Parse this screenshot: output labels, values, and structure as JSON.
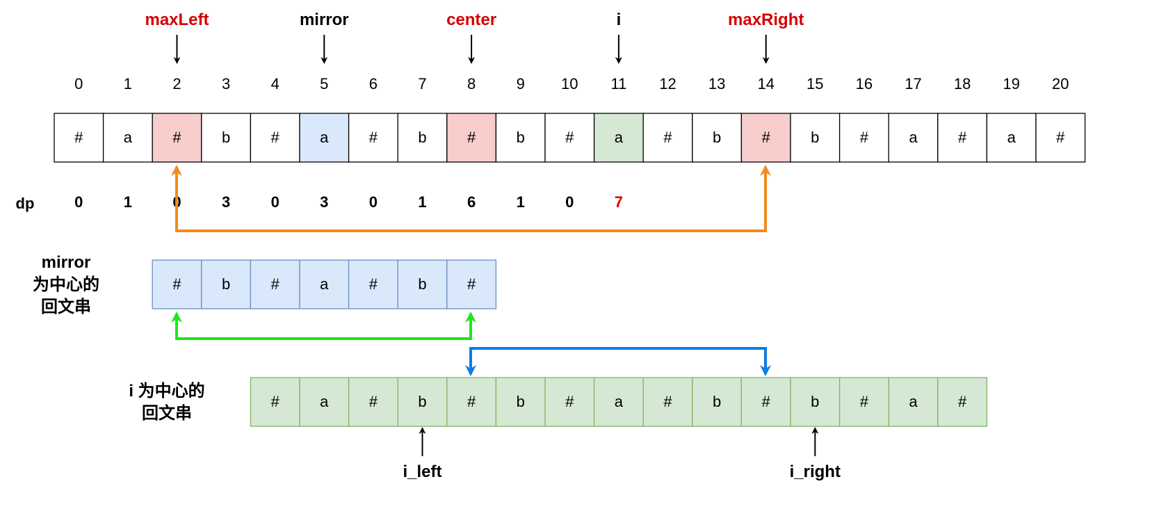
{
  "colors": {
    "text": "#000000",
    "red_text": "#d40000",
    "cell_border": "#000000",
    "cell_white": "#ffffff",
    "cell_red": "#f8cecc",
    "cell_blue": "#dae8fc",
    "cell_blue_border": "#6c8ebf",
    "cell_green": "#d5e8d4",
    "cell_green_border": "#82b366",
    "arrow_orange": "#f28a1c",
    "arrow_green": "#1ee61e",
    "arrow_blue": "#0a7de6"
  },
  "top_labels": [
    {
      "text": "maxLeft",
      "index": 2,
      "red": true
    },
    {
      "text": "mirror",
      "index": 5,
      "red": false
    },
    {
      "text": "center",
      "index": 8,
      "red": true
    },
    {
      "text": "i",
      "index": 11,
      "red": false
    },
    {
      "text": "maxRight",
      "index": 14,
      "red": true
    }
  ],
  "indices": [
    "0",
    "1",
    "2",
    "3",
    "4",
    "5",
    "6",
    "7",
    "8",
    "9",
    "10",
    "11",
    "12",
    "13",
    "14",
    "15",
    "16",
    "17",
    "18",
    "19",
    "20"
  ],
  "string_cells": [
    {
      "ch": "#",
      "fill": "white"
    },
    {
      "ch": "a",
      "fill": "white"
    },
    {
      "ch": "#",
      "fill": "red"
    },
    {
      "ch": "b",
      "fill": "white"
    },
    {
      "ch": "#",
      "fill": "white"
    },
    {
      "ch": "a",
      "fill": "blue"
    },
    {
      "ch": "#",
      "fill": "white"
    },
    {
      "ch": "b",
      "fill": "white"
    },
    {
      "ch": "#",
      "fill": "red"
    },
    {
      "ch": "b",
      "fill": "white"
    },
    {
      "ch": "#",
      "fill": "white"
    },
    {
      "ch": "a",
      "fill": "green"
    },
    {
      "ch": "#",
      "fill": "white"
    },
    {
      "ch": "b",
      "fill": "white"
    },
    {
      "ch": "#",
      "fill": "red"
    },
    {
      "ch": "b",
      "fill": "white"
    },
    {
      "ch": "#",
      "fill": "white"
    },
    {
      "ch": "a",
      "fill": "white"
    },
    {
      "ch": "#",
      "fill": "white"
    },
    {
      "ch": "a",
      "fill": "white"
    },
    {
      "ch": "#",
      "fill": "white"
    }
  ],
  "dp_label": "dp",
  "dp_values": [
    {
      "v": "0",
      "red": false
    },
    {
      "v": "1",
      "red": false
    },
    {
      "v": "0",
      "red": false
    },
    {
      "v": "3",
      "red": false
    },
    {
      "v": "0",
      "red": false
    },
    {
      "v": "3",
      "red": false
    },
    {
      "v": "0",
      "red": false
    },
    {
      "v": "1",
      "red": false
    },
    {
      "v": "6",
      "red": false
    },
    {
      "v": "1",
      "red": false
    },
    {
      "v": "0",
      "red": false
    },
    {
      "v": "7",
      "red": true
    }
  ],
  "mirror_label": [
    "mirror",
    "为中心的",
    "回文串"
  ],
  "mirror_cells": [
    "#",
    "b",
    "#",
    "a",
    "#",
    "b",
    "#"
  ],
  "i_label": [
    "i 为中心的",
    "回文串"
  ],
  "i_cells": [
    "#",
    "a",
    "#",
    "b",
    "#",
    "b",
    "#",
    "a",
    "#",
    "b",
    "#",
    "b",
    "#",
    "a",
    "#"
  ],
  "bottom_labels": [
    {
      "text": "i_left",
      "col": 4
    },
    {
      "text": "i_right",
      "col": 12
    }
  ]
}
